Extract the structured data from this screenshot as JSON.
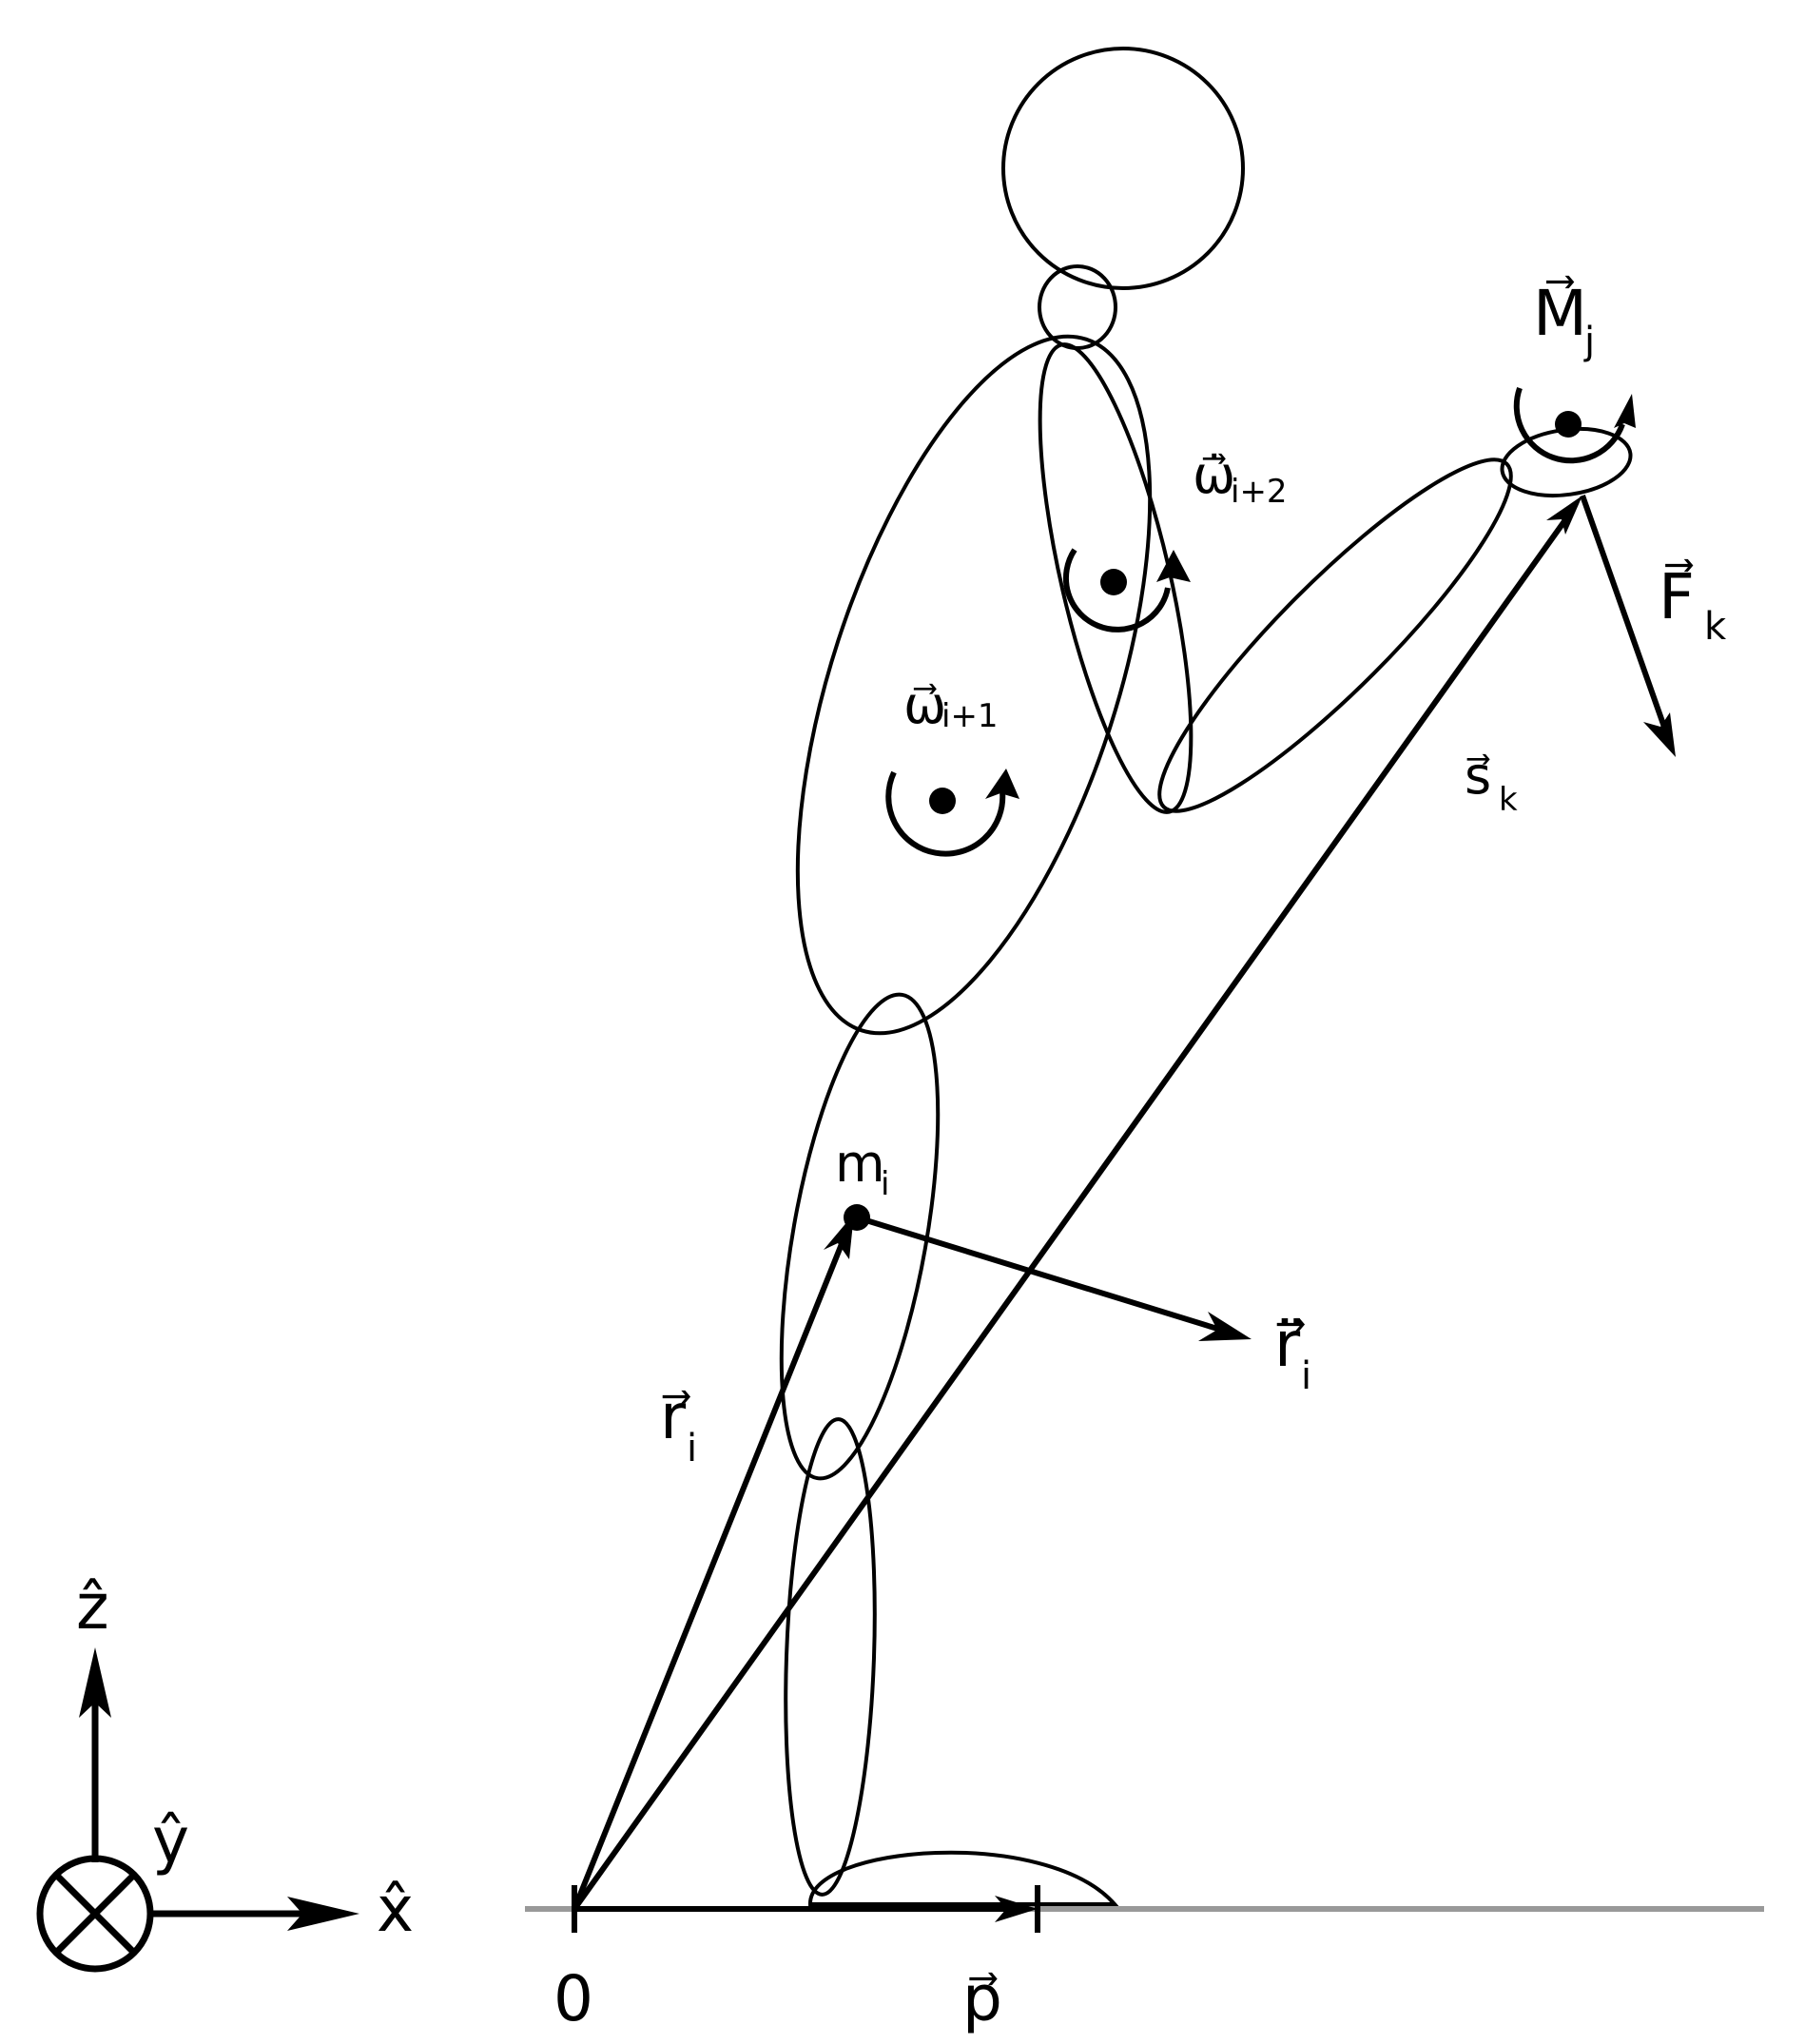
{
  "labels": {
    "z_axis": "ẑ",
    "y_axis": "ŷ",
    "x_axis": "x̂",
    "origin": "0",
    "p_vec": "p⃗",
    "r_vec": "r⃗",
    "r_sub": "i",
    "rdd_vec": "r⃗̈",
    "rdd_sub": "i",
    "m": "m",
    "m_sub": "i",
    "s_vec": "s⃗",
    "s_sub": "k",
    "F_vec": "F⃗",
    "F_sub": "k",
    "M_vec": "M⃗",
    "M_sub": "j",
    "omega1": "ω⃗",
    "omega1_sub": "i+1",
    "omega2": "ω⃗̇",
    "omega2_sub": "i+2"
  }
}
